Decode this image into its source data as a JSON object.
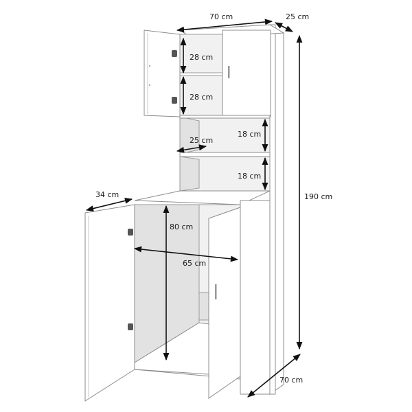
{
  "dimensions": {
    "top_width": "70 cm",
    "top_depth": "25 cm",
    "total_height": "190 cm",
    "upper_shelf_1": "28 cm",
    "upper_shelf_2": "28 cm",
    "open_shelf_1": "18 cm",
    "open_shelf_2": "18 cm",
    "open_shelf_depth": "25 cm",
    "base_depth": "34 cm",
    "base_inner_height": "80 cm",
    "base_inner_width": "65 cm",
    "base_width": "70 cm"
  },
  "colors": {
    "panel": "#ffffff",
    "interior": "#f1f1f1",
    "edge": "#8c8c8c",
    "arrow": "#111111"
  },
  "icons": [
    "double-arrow-icon",
    "hinge-icon",
    "handle-icon"
  ]
}
